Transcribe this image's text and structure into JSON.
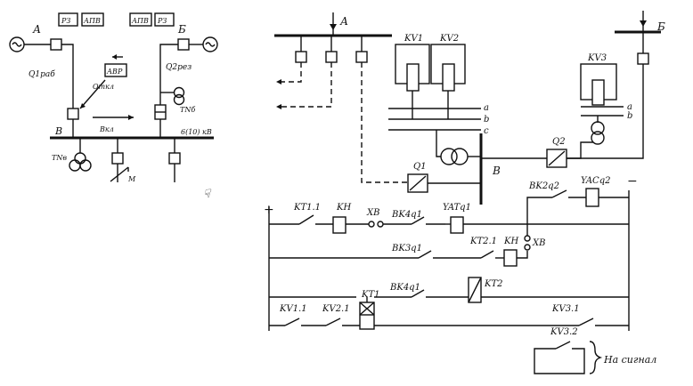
{
  "left_diagram": {
    "source_a": "А",
    "source_b": "Б",
    "relay_rz_left": "РЗ",
    "relay_apv_left": "АПВ",
    "relay_apv_right": "АПВ",
    "relay_rz_right": "РЗ",
    "breaker_q1": "Q1раб",
    "breaker_q2": "Q2рез",
    "avr_block": "АВР",
    "off_label": "Откл",
    "on_label": "Вкл",
    "bus_label": "В",
    "bus_voltage": "6(10) кВ",
    "tn_b": "TNб",
    "tn_v": "TNв",
    "m_label": "М",
    "cursor_glyph": "☟"
  },
  "right_diagram": {
    "bus_a": "А",
    "bus_b": "Б",
    "bus_v": "В",
    "kv1": "KV1",
    "kv2": "KV2",
    "kv3": "KV3",
    "phase_a": "a",
    "phase_b": "b",
    "phase_c": "c",
    "phase_a2": "a",
    "phase_b2": "b",
    "breaker_q1": "Q1",
    "breaker_q2": "Q2",
    "plus": "+",
    "minus": "−",
    "kt1_1": "KT1.1",
    "kh_top": "KH",
    "xb_top": "XB",
    "bk4_top": "BK4q1",
    "yat": "YATq1",
    "bk2": "BK2q2",
    "yac": "YACq2",
    "bk3": "BK3q1",
    "kt2_1": "KT2.1",
    "kh_mid": "KH",
    "xb_mid": "XB",
    "bk4_bot": "BK4q1",
    "kt2": "KT2",
    "kt1": "KT1",
    "kv1_1": "KV1.1",
    "kv2_1": "KV2.1",
    "kv3_1": "KV3.1",
    "kv3_2": "KV3.2",
    "signal": "На сигнал"
  }
}
